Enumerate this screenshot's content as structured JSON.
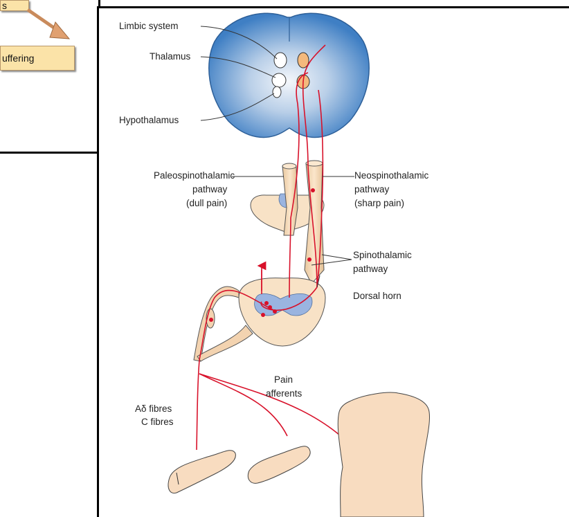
{
  "inset": {
    "box_top_text": "s",
    "box_bottom_text": "uffering"
  },
  "labels": {
    "limbic": "Limbic system",
    "thalamus": "Thalamus",
    "hypothalamus": "Hypothalamus",
    "paleo_1": "Paleospinothalamic",
    "paleo_2": "pathway",
    "paleo_3": "(dull pain)",
    "neo_1": "Neospinothalamic",
    "neo_2": "pathway",
    "neo_3": "(sharp pain)",
    "spino_1": "Spinothalamic",
    "spino_2": "pathway",
    "dorsal": "Dorsal horn",
    "pain_1": "Pain",
    "pain_2": "afferents",
    "fibres_1": "Aδ fibres",
    "fibres_2": "C fibres"
  },
  "colors": {
    "brain_outer": "#3f7fc4",
    "brain_inner": "#dfe9f5",
    "tract": "#f5ddc0",
    "nerve": "#d8112a",
    "box": "#fbe3a8"
  }
}
